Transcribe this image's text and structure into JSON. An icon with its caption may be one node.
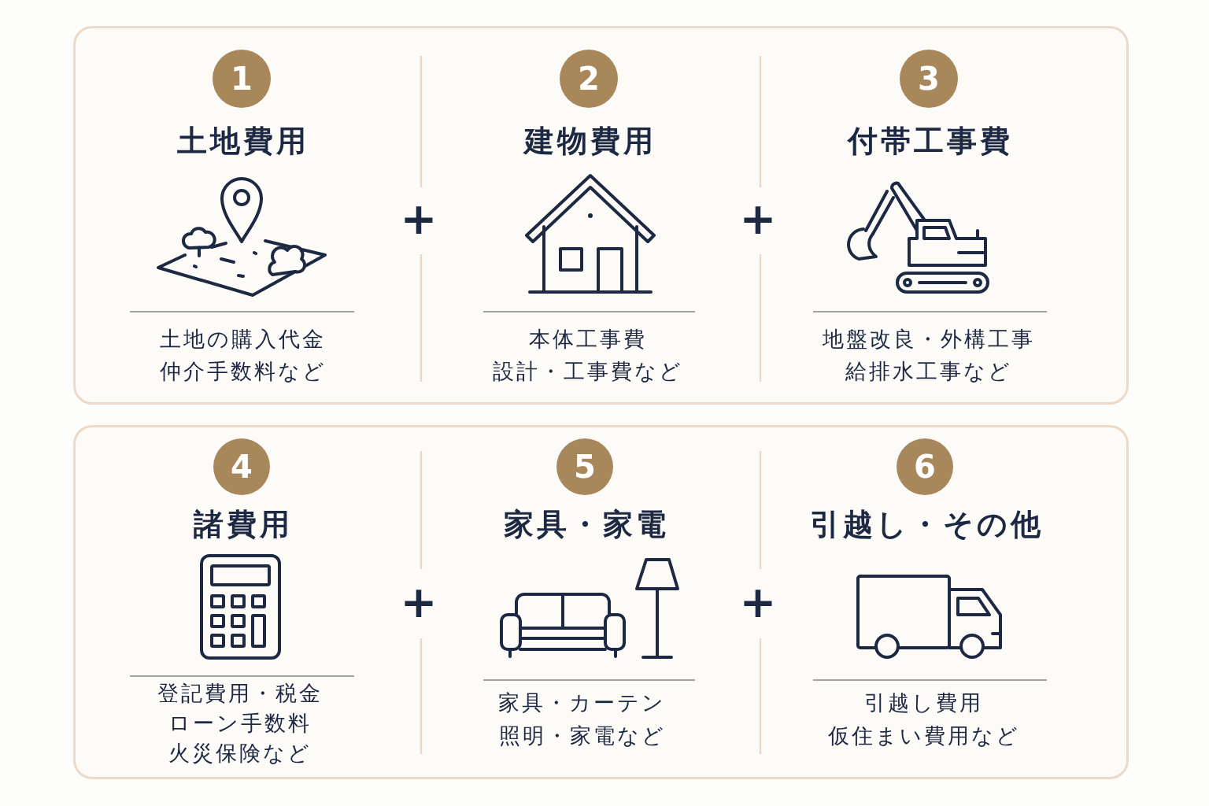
{
  "diagram": {
    "nodes": [
      {
        "text": [],
        "shape": "box"
      },
      {
        "text": [
          "1"
        ],
        "in": 0,
        "beside": [
          "土地費用"
        ]
      },
      {
        "text": [
          "2"
        ],
        "in": 0,
        "beside": [
          "建物費用"
        ]
      },
      {
        "text": [
          "3"
        ],
        "in": 0,
        "beside": [
          "付帯工事費"
        ]
      },
      {
        "text": [],
        "shape": "box"
      },
      {
        "text": [
          "4"
        ],
        "in": 4,
        "beside": [
          "諸費用"
        ]
      },
      {
        "text": [
          "5"
        ],
        "in": 4,
        "beside": [
          "家具・家電"
        ]
      },
      {
        "text": [
          "6"
        ],
        "in": 4,
        "beside": [
          "引越し・その他"
        ]
      }
    ],
    "labels": [
      "+",
      "+",
      "土地の購入代金仲介手数料など",
      "本体工事費設計・工事費など",
      "地盤改良・外構工事給排水工事など",
      "+",
      "+",
      "登記費用・税金ローン手数料火災保険など",
      "家具・カーテン照明・家電など",
      "引越し費用仮住まい費用など"
    ]
  }
}
